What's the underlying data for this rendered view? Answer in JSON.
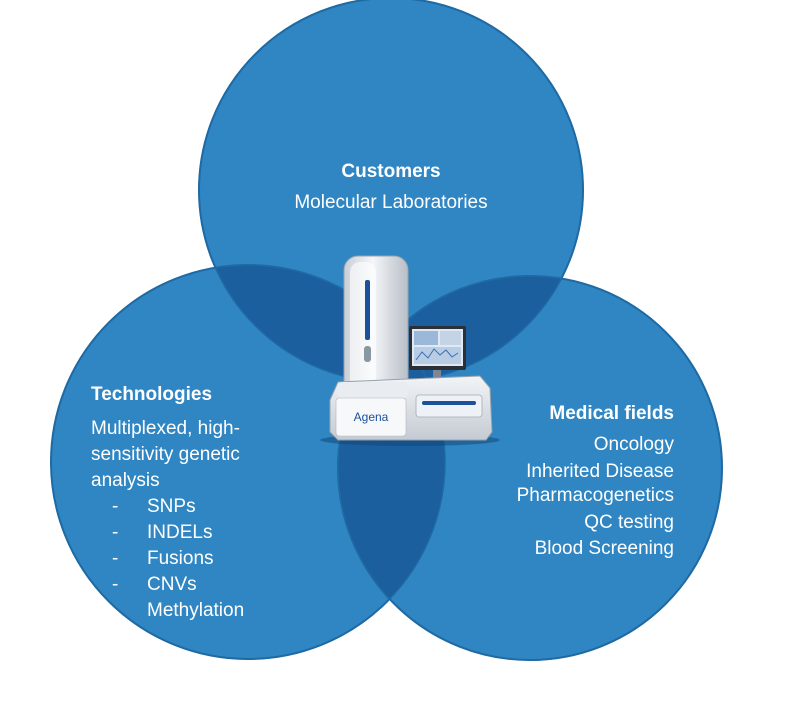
{
  "colors": {
    "circle_fill": "#2f86c3",
    "circle_stroke": "#1f6aa3",
    "overlap": "#1b5f9e",
    "text": "#ffffff"
  },
  "customers": {
    "title": "Customers",
    "body": "Molecular Laboratories"
  },
  "technologies": {
    "title": "Technologies",
    "intro": [
      "Multiplexed, high-",
      "sensitivity genetic",
      "analysis"
    ],
    "items": [
      {
        "bullet": "-",
        "label": "SNPs"
      },
      {
        "bullet": "-",
        "label": "INDELs"
      },
      {
        "bullet": "-",
        "label": "Fusions"
      },
      {
        "bullet": "-",
        "label": "CNVs"
      },
      {
        "bullet": "",
        "label": "Methylation"
      }
    ]
  },
  "medical": {
    "title": "Medical fields",
    "items": [
      "Oncology",
      "Inherited Disease",
      "Pharmacogenetics",
      "QC testing",
      "Blood Screening"
    ]
  },
  "instrument": {
    "brand": "Agena"
  }
}
